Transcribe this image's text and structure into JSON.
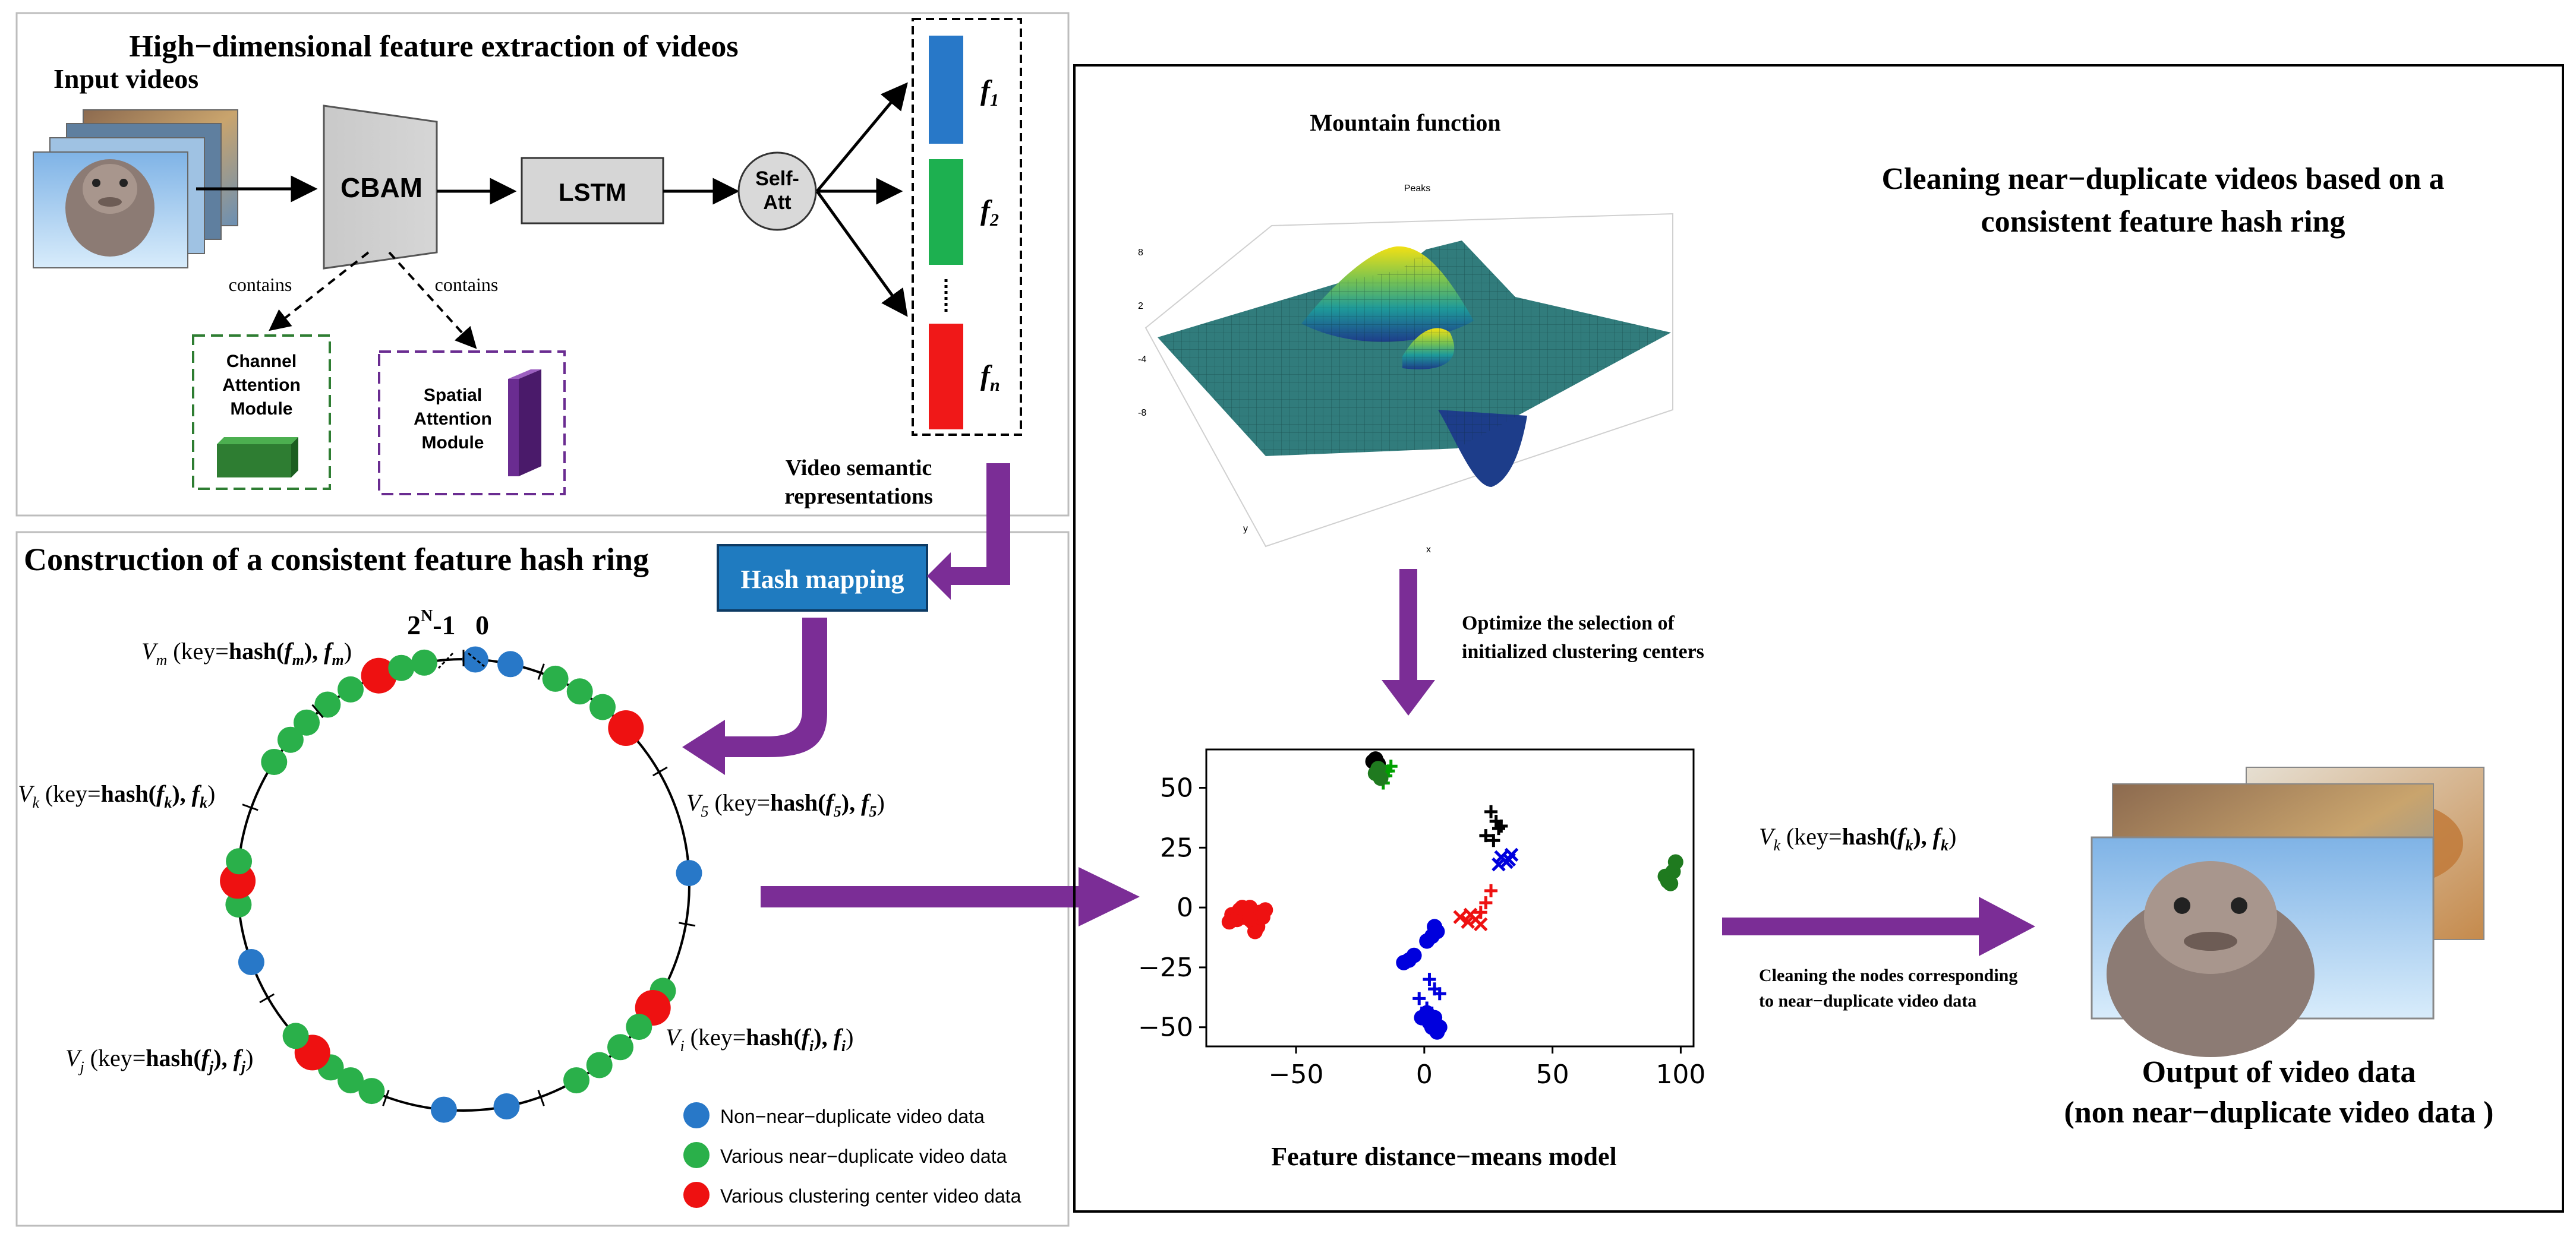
{
  "extraction": {
    "title": "High−dimensional feature extraction of videos",
    "input_label": "Input videos",
    "cbam_label": "CBAM",
    "lstm_label": "LSTM",
    "selfatt_line1": "Self-",
    "selfatt_line2": "Att",
    "contains_left": "contains",
    "contains_right": "contains",
    "channel_l1": "Channel",
    "channel_l2": "Attention",
    "channel_l3": "Module",
    "spatial_l1": "Spatial",
    "spatial_l2": "Attention",
    "spatial_l3": "Module",
    "f1": "f",
    "f1_sub": "1",
    "f2": "f",
    "f2_sub": "2",
    "fn": "f",
    "fn_sub": "n",
    "vsr_line1": "Video semantic",
    "vsr_line2": "representations",
    "colors": {
      "f1": "#2878c8",
      "f2": "#1db050",
      "fn": "#f01818",
      "channel": "#2e7d32",
      "spatial": "#6a2c91"
    }
  },
  "ring": {
    "title": "Construction of a consistent feature hash ring",
    "hash_mapping": "Hash mapping",
    "top_label": "2",
    "top_sup": "N",
    "top_label2": "-1",
    "zero": "0",
    "vm": {
      "v": "V",
      "sub": "m",
      "a": " (key=",
      "b": "hash(",
      "c": "f",
      "csub": "m",
      "d": "), ",
      "e": "f",
      "esub": "m",
      "f": ")"
    },
    "vk": {
      "v": "V",
      "sub": "k",
      "a": " (key=",
      "b": "hash(",
      "c": "f",
      "csub": "k",
      "d": "), ",
      "e": "f",
      "esub": "k",
      "f": ")"
    },
    "v5": {
      "v": "V",
      "sub": "5",
      "a": " (key=",
      "b": "hash(",
      "c": "f",
      "csub": "5",
      "d": "), ",
      "e": "f",
      "esub": "5",
      "f": ")"
    },
    "vj": {
      "v": "V",
      "sub": "j",
      "a": " (key=",
      "b": "hash(",
      "c": "f",
      "csub": "j",
      "d": "), ",
      "e": "f",
      "esub": "j",
      "f": ")"
    },
    "vi": {
      "v": "V",
      "sub": "i",
      "a": " (key=",
      "b": "hash(",
      "c": "f",
      "csub": "i",
      "d": "), ",
      "e": "f",
      "esub": "i",
      "f": ")"
    },
    "legend": {
      "blue": "Non−near−duplicate video data",
      "green": "Various near−duplicate video data",
      "red": "Various clustering center video data"
    },
    "colors": {
      "blue": "#2878c8",
      "green": "#2ab04a",
      "red": "#ee1111",
      "hash_box": "#1f7bc0"
    }
  },
  "cleaning": {
    "title_l1": "Cleaning near−duplicate videos based on a",
    "title_l2": "consistent feature hash ring",
    "mountain_label": "Mountain function",
    "peaks_title": "Peaks",
    "optimize_l1": "Optimize the selection of",
    "optimize_l2": "initialized clustering centers",
    "model_label": "Feature distance−means model",
    "vk": {
      "v": "V",
      "sub": "k",
      "a": " (key=",
      "b": "hash(",
      "c": "f",
      "csub": "k",
      "d": "), ",
      "e": "f",
      "esub": "k",
      "f": ")"
    },
    "clean_l1": "Cleaning the nodes corresponding",
    "clean_l2": "to near−duplicate video data",
    "output_l1": "Output of video data",
    "output_l2": "(non near−duplicate video data )",
    "arrow_color": "#7b2d96"
  },
  "chart_data": {
    "type": "scatter",
    "title": "",
    "xlabel": "",
    "ylabel": "",
    "xlim": [
      -85,
      105
    ],
    "ylim": [
      -58,
      66
    ],
    "xticks": [
      -50,
      0,
      50,
      100
    ],
    "yticks": [
      -50,
      -25,
      0,
      25,
      50
    ],
    "series": [
      {
        "color": "#ee1111",
        "marker": "o",
        "points": [
          [
            -75,
            -3
          ],
          [
            -72,
            -1
          ],
          [
            -70,
            -2
          ],
          [
            -68,
            0
          ],
          [
            -66,
            -3
          ],
          [
            -64,
            -2
          ],
          [
            -62,
            -1
          ],
          [
            -76,
            -6
          ],
          [
            -73,
            -5
          ],
          [
            -70,
            -4
          ],
          [
            -67,
            -6
          ],
          [
            -65,
            -8
          ],
          [
            -66,
            -10
          ],
          [
            -63,
            -4
          ],
          [
            -71,
            0
          ],
          [
            -68,
            -5
          ]
        ]
      },
      {
        "color": "#ee1111",
        "marker": "x",
        "points": [
          [
            14,
            -4
          ],
          [
            17,
            -6
          ],
          [
            20,
            -5
          ],
          [
            22,
            -7
          ],
          [
            18,
            -3
          ]
        ]
      },
      {
        "color": "#ee1111",
        "marker": "+",
        "points": [
          [
            22,
            -2
          ],
          [
            24,
            2
          ],
          [
            26,
            7
          ]
        ]
      },
      {
        "color": "#000000",
        "marker": "o",
        "points": [
          [
            -20,
            61
          ],
          [
            -18,
            60
          ],
          [
            -19,
            62
          ]
        ]
      },
      {
        "color": "#00a000",
        "marker": "+",
        "points": [
          [
            -17,
            58
          ],
          [
            -14,
            57
          ],
          [
            -15,
            55
          ],
          [
            -13,
            59
          ],
          [
            -16,
            52
          ]
        ]
      },
      {
        "color": "#1f7a1f",
        "marker": "o",
        "points": [
          [
            -18,
            58
          ],
          [
            -17,
            54
          ],
          [
            -19,
            56
          ],
          [
            95,
            11
          ],
          [
            97,
            15
          ],
          [
            98,
            19
          ],
          [
            94,
            13
          ],
          [
            96,
            10
          ]
        ]
      },
      {
        "color": "#000000",
        "marker": "+",
        "points": [
          [
            26,
            40
          ],
          [
            28,
            36
          ],
          [
            30,
            34
          ],
          [
            24,
            30
          ],
          [
            27,
            28
          ],
          [
            29,
            33
          ]
        ]
      },
      {
        "color": "#0000dd",
        "marker": "x",
        "points": [
          [
            30,
            21
          ],
          [
            32,
            19
          ],
          [
            34,
            22
          ],
          [
            29,
            18
          ],
          [
            33,
            20
          ]
        ]
      },
      {
        "color": "#0000dd",
        "marker": "o",
        "points": [
          [
            -6,
            -22
          ],
          [
            -4,
            -20
          ],
          [
            -8,
            -23
          ],
          [
            3,
            -12
          ],
          [
            5,
            -10
          ],
          [
            1,
            -14
          ],
          [
            4,
            -8
          ],
          [
            2,
            -48
          ],
          [
            4,
            -46
          ],
          [
            6,
            -50
          ],
          [
            1,
            -44
          ],
          [
            5,
            -52
          ],
          [
            3,
            -50
          ],
          [
            -1,
            -46
          ]
        ]
      },
      {
        "color": "#0000dd",
        "marker": "+",
        "points": [
          [
            2,
            -30
          ],
          [
            4,
            -34
          ],
          [
            -2,
            -38
          ],
          [
            1,
            -42
          ],
          [
            6,
            -36
          ]
        ]
      }
    ]
  }
}
